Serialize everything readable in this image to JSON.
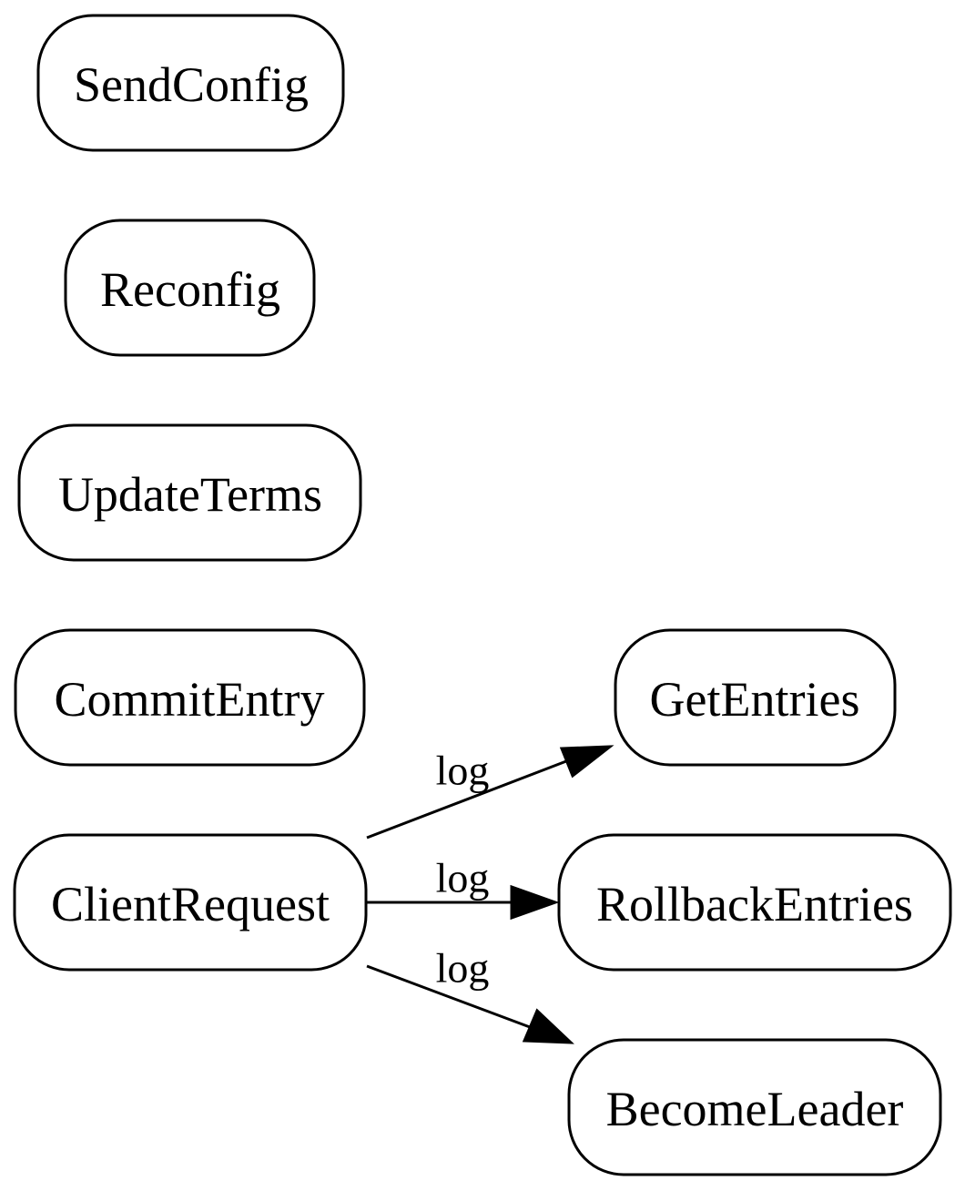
{
  "nodes": {
    "send_config": "SendConfig",
    "reconfig": "Reconfig",
    "update_terms": "UpdateTerms",
    "commit_entry": "CommitEntry",
    "client_request": "ClientRequest",
    "get_entries": "GetEntries",
    "rollback_entries": "RollbackEntries",
    "become_leader": "BecomeLeader"
  },
  "edges": [
    {
      "from": "ClientRequest",
      "to": "GetEntries",
      "label": "log"
    },
    {
      "from": "ClientRequest",
      "to": "RollbackEntries",
      "label": "log"
    },
    {
      "from": "ClientRequest",
      "to": "BecomeLeader",
      "label": "log"
    }
  ]
}
